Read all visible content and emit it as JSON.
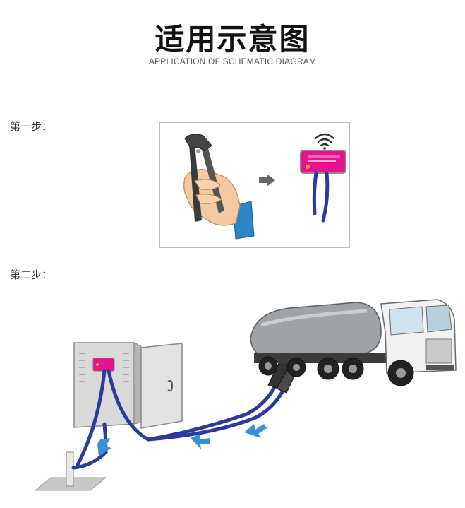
{
  "header": {
    "title": "适用示意图",
    "subtitle": "APPLICATION OF SCHEMATIC DIAGRAM"
  },
  "steps": [
    {
      "label": "第一步："
    },
    {
      "label": "第二步："
    }
  ],
  "colors": {
    "device_pink": "#e8128c",
    "cable_blue": "#2d3a9c",
    "arrow_blue": "#3a8fd9",
    "glove_blue": "#2f83c8",
    "skin": "#f2c9a1",
    "frame_gray": "#bdbdbd"
  },
  "icons": [
    "wifi-icon",
    "arrow-right-icon",
    "flow-arrow-icon"
  ]
}
